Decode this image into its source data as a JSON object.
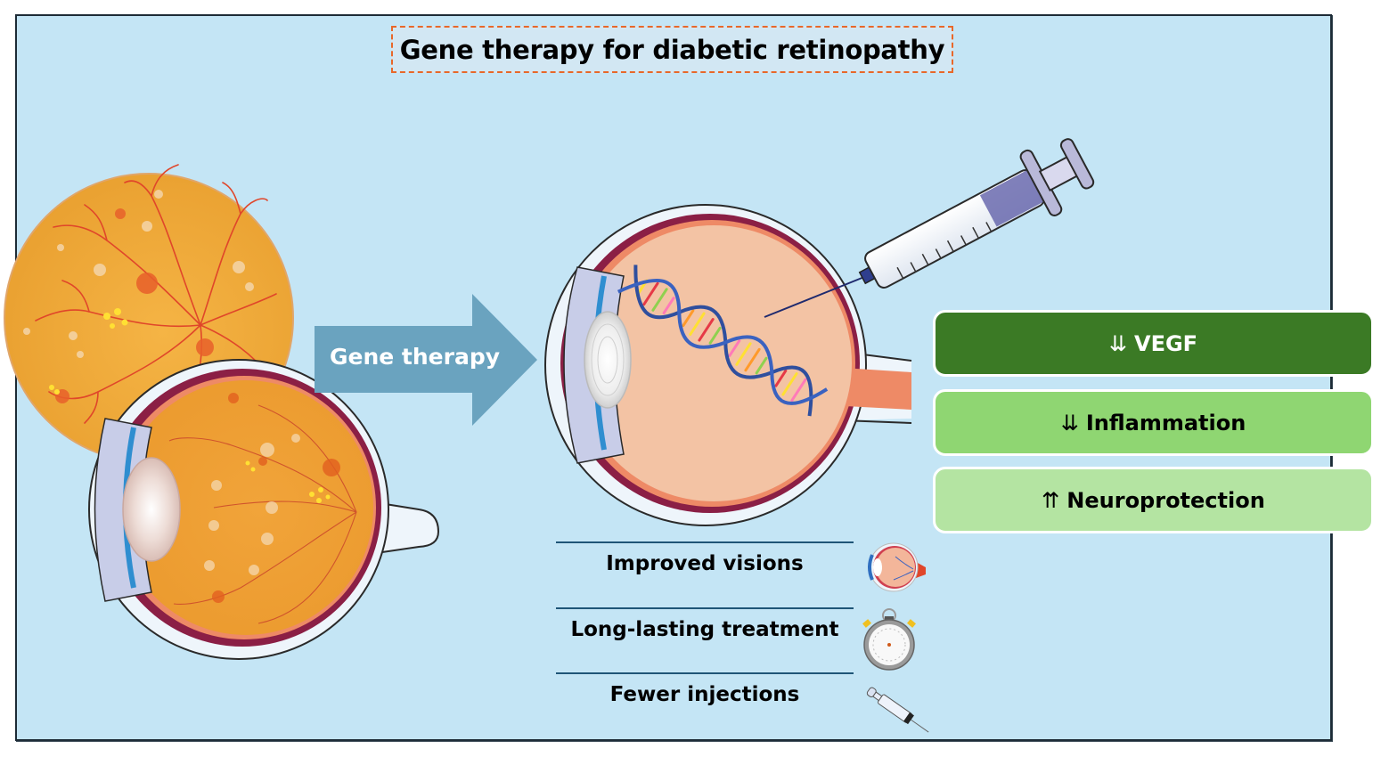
{
  "title": "Gene therapy for diabetic retinopathy",
  "arrow": {
    "label": "Gene therapy",
    "icon": "right-arrow-icon"
  },
  "illustrations": {
    "left": [
      "diabetic-retina-fundus",
      "diabetic-eye-cross-section"
    ],
    "center": [
      "treated-eye-cross-section",
      "dna-helix",
      "syringe"
    ]
  },
  "effects": [
    {
      "arrows": "⇊",
      "label": "VEGF",
      "color": "#3b7a25",
      "text_color": "#ffffff"
    },
    {
      "arrows": "⇊",
      "label": "Inflammation",
      "color": "#8fd672",
      "text_color": "#000000"
    },
    {
      "arrows": "⇈",
      "label": "Neuroprotection",
      "color": "#b4e4a2",
      "text_color": "#000000"
    }
  ],
  "benefits": [
    {
      "label": "Improved visions",
      "icon": "eye-icon"
    },
    {
      "label": "Long-lasting treatment",
      "icon": "stopwatch-icon"
    },
    {
      "label": "Fewer injections",
      "icon": "syringe-icon"
    }
  ],
  "colors": {
    "background": "#c4e5f5",
    "title_border": "#e8682a",
    "arrow": "#6aa3bf",
    "divider": "#1f5577"
  }
}
